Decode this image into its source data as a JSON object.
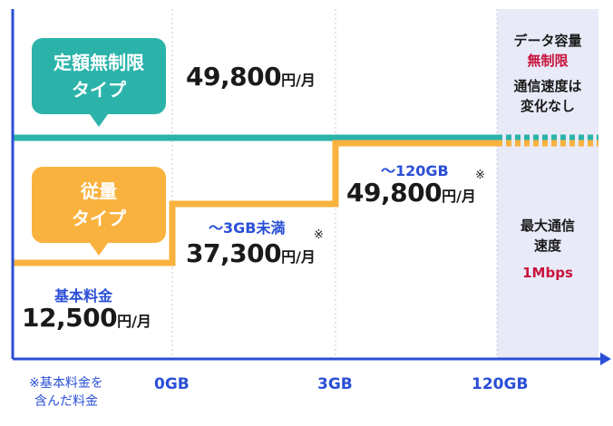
{
  "chart_data": {
    "type": "line",
    "x_ticks": [
      "0GB",
      "3GB",
      "120GB"
    ],
    "series": [
      {
        "name": "定額無制限タイプ",
        "color": "#2bb3aa",
        "price": {
          "value": "49,800",
          "unit": "円/月"
        }
      },
      {
        "name": "従量タイプ",
        "color": "#fab23e",
        "steps": [
          {
            "label": "基本料金",
            "value": "12,500",
            "unit": "円/月"
          },
          {
            "label": "〜3GB未満",
            "value": "37,300",
            "unit": "円/月",
            "mark": "※"
          },
          {
            "label": "〜120GB",
            "value": "49,800",
            "unit": "円/月",
            "mark": "※"
          }
        ]
      }
    ],
    "right_panel": {
      "top": {
        "line1": "データ容量",
        "line2": "無制限",
        "line3": "通信速度は",
        "line4": "変化なし"
      },
      "bottom": {
        "line1": "最大通信",
        "line2": "速度",
        "line3": "1Mbps"
      }
    },
    "footnote": {
      "line1": "※基本料金を",
      "line2": "含んだ料金"
    },
    "colors": {
      "axis": "#2a4fd6",
      "panel_bg": "#e8eaf8",
      "red": "#c8133c"
    }
  }
}
